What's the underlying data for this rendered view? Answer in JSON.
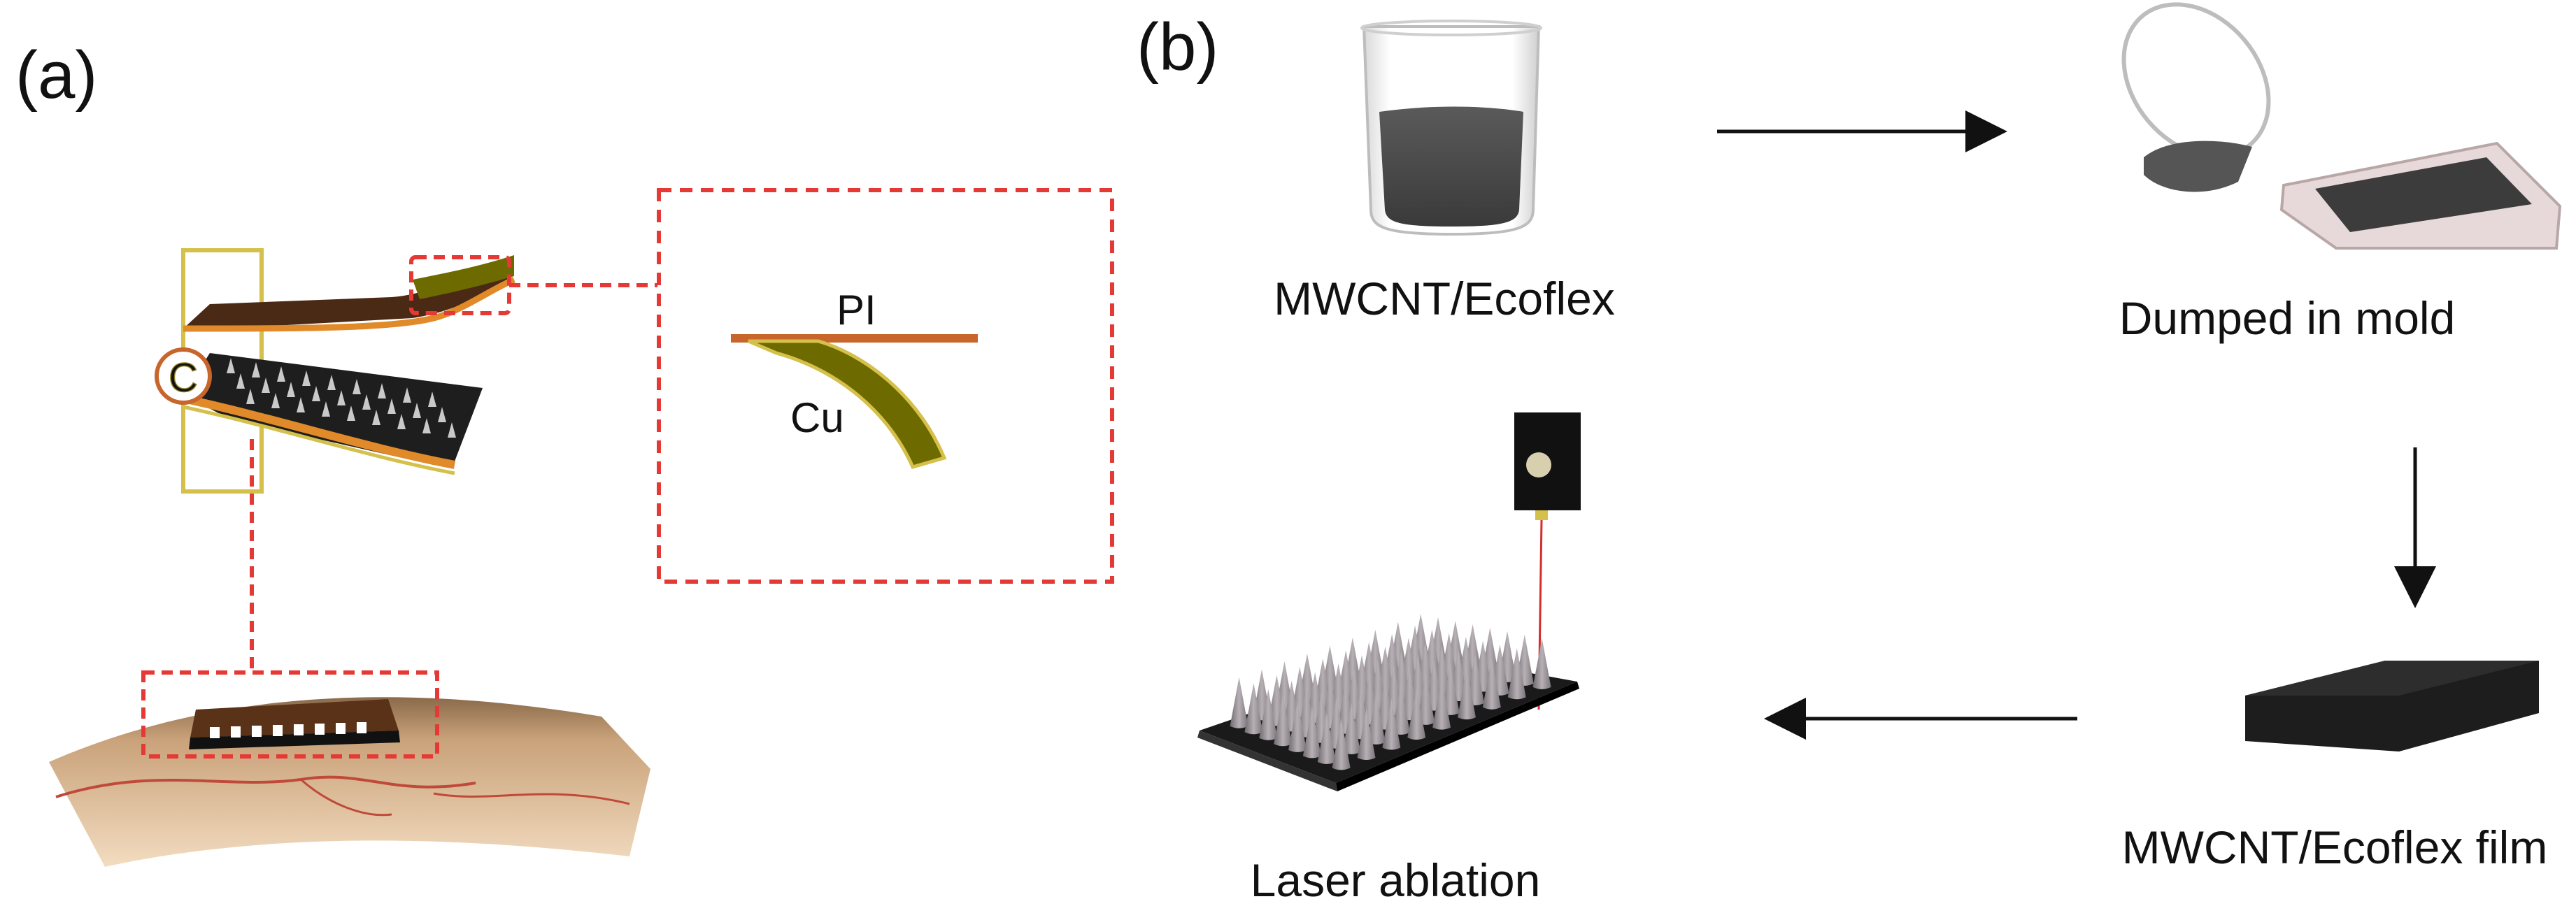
{
  "panel_a": {
    "label": "(a)",
    "capacitor_symbol": "C",
    "inset": {
      "top_layer": "PI",
      "bottom_layer": "Cu"
    }
  },
  "panel_b": {
    "label": "(b)",
    "steps": [
      {
        "label": "MWCNT/Ecoflex"
      },
      {
        "label": "Dumped in mold"
      },
      {
        "label": "MWCNT/Ecoflex film"
      },
      {
        "label": "Laser ablation"
      }
    ]
  },
  "colors": {
    "dashed_callout": "#e53935",
    "pi_film": "#c8652a",
    "cu_foil": "#6d6a00",
    "electrode_gold": "#d4c04a",
    "mwcnt_dark": "#222222",
    "skin": "#f2d7b8",
    "laser_beam": "#d32f2f"
  }
}
